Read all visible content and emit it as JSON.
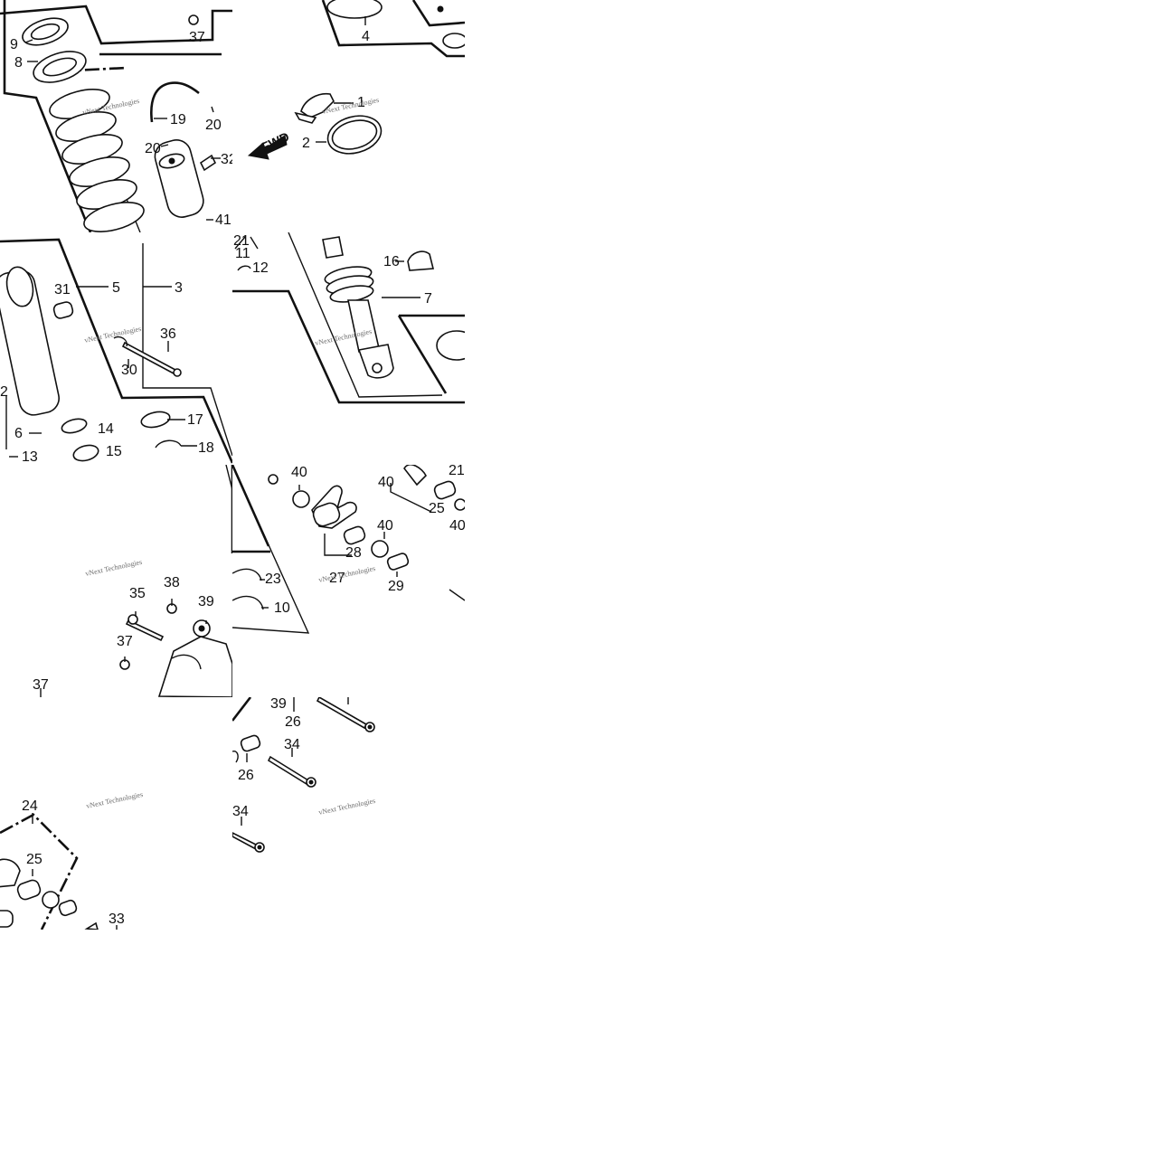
{
  "tiles": [
    {
      "labels": [
        "9",
        "8",
        "37",
        "19",
        "20",
        "20",
        "32",
        "41"
      ],
      "watermark": "vNext Technologies"
    },
    {
      "labels": [
        "4",
        "1",
        "2",
        "FWD"
      ],
      "watermark": "vNext Technologies"
    },
    {
      "labels": [
        "31",
        "5",
        "3",
        "36",
        "30",
        "2",
        "6",
        "13",
        "14",
        "15",
        "17",
        "18"
      ],
      "watermark": "vNext Technologies"
    },
    {
      "labels": [
        "21",
        "11",
        "12",
        "16",
        "7"
      ],
      "watermark": "vNext Technologies"
    },
    {
      "labels": [
        "38",
        "35",
        "39",
        "37",
        "37"
      ],
      "watermark": "vNext Technologies"
    },
    {
      "labels": [
        "40",
        "40",
        "21",
        "25",
        "40",
        "40",
        "28",
        "27",
        "29",
        "23",
        "10"
      ],
      "watermark": "vNext Technologies"
    },
    {
      "labels": [
        "24",
        "25",
        "33"
      ],
      "watermark": "vNext Technologies"
    },
    {
      "labels": [
        "39",
        "26",
        "34",
        "26",
        "34"
      ],
      "watermark": "vNext Technologies"
    }
  ]
}
